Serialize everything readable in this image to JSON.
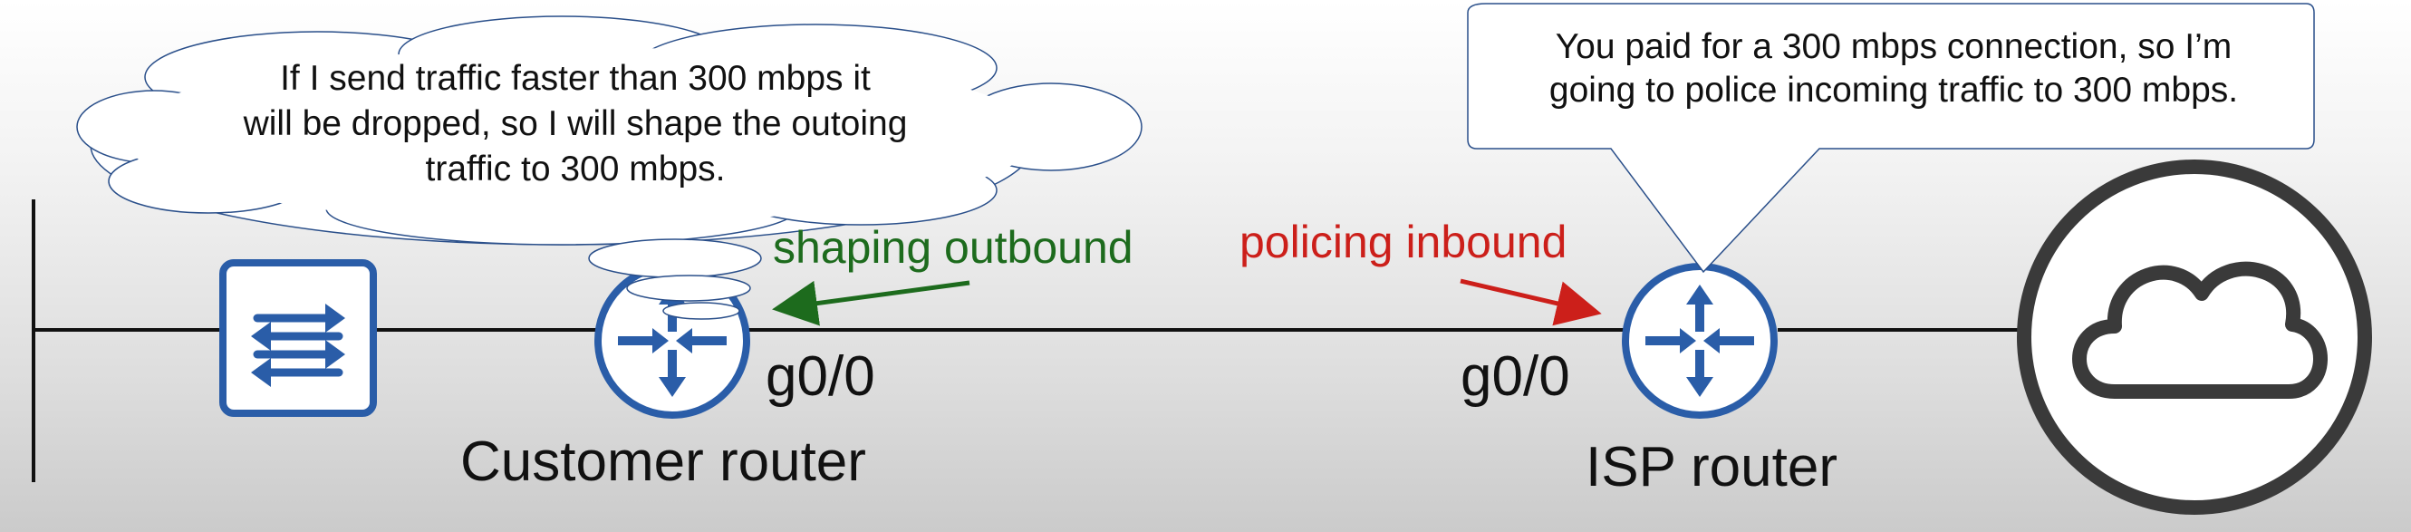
{
  "customer_thought": {
    "line1": "If I send traffic faster than 300 mbps it",
    "line2": "will be dropped, so I will shape the outoing",
    "line3": "traffic to 300 mbps."
  },
  "isp_speech": {
    "line1": "You paid for a 300 mbps connection, so I’m",
    "line2": "going to police incoming traffic to 300 mbps."
  },
  "labels": {
    "shaping": "shaping outbound",
    "policing": "policing inbound",
    "customer_interface": "g0/0",
    "isp_interface": "g0/0",
    "customer_router": "Customer router",
    "isp_router": "ISP router"
  },
  "colors": {
    "device_blue": "#2a5da8",
    "shaping_green": "#1d6b1d",
    "policing_red": "#cc1f1a",
    "internet_gray": "#3a3a3a"
  },
  "icons": {
    "switch": "switch-icon",
    "customer_router": "router-icon",
    "isp_router": "router-icon",
    "internet": "cloud-icon"
  }
}
